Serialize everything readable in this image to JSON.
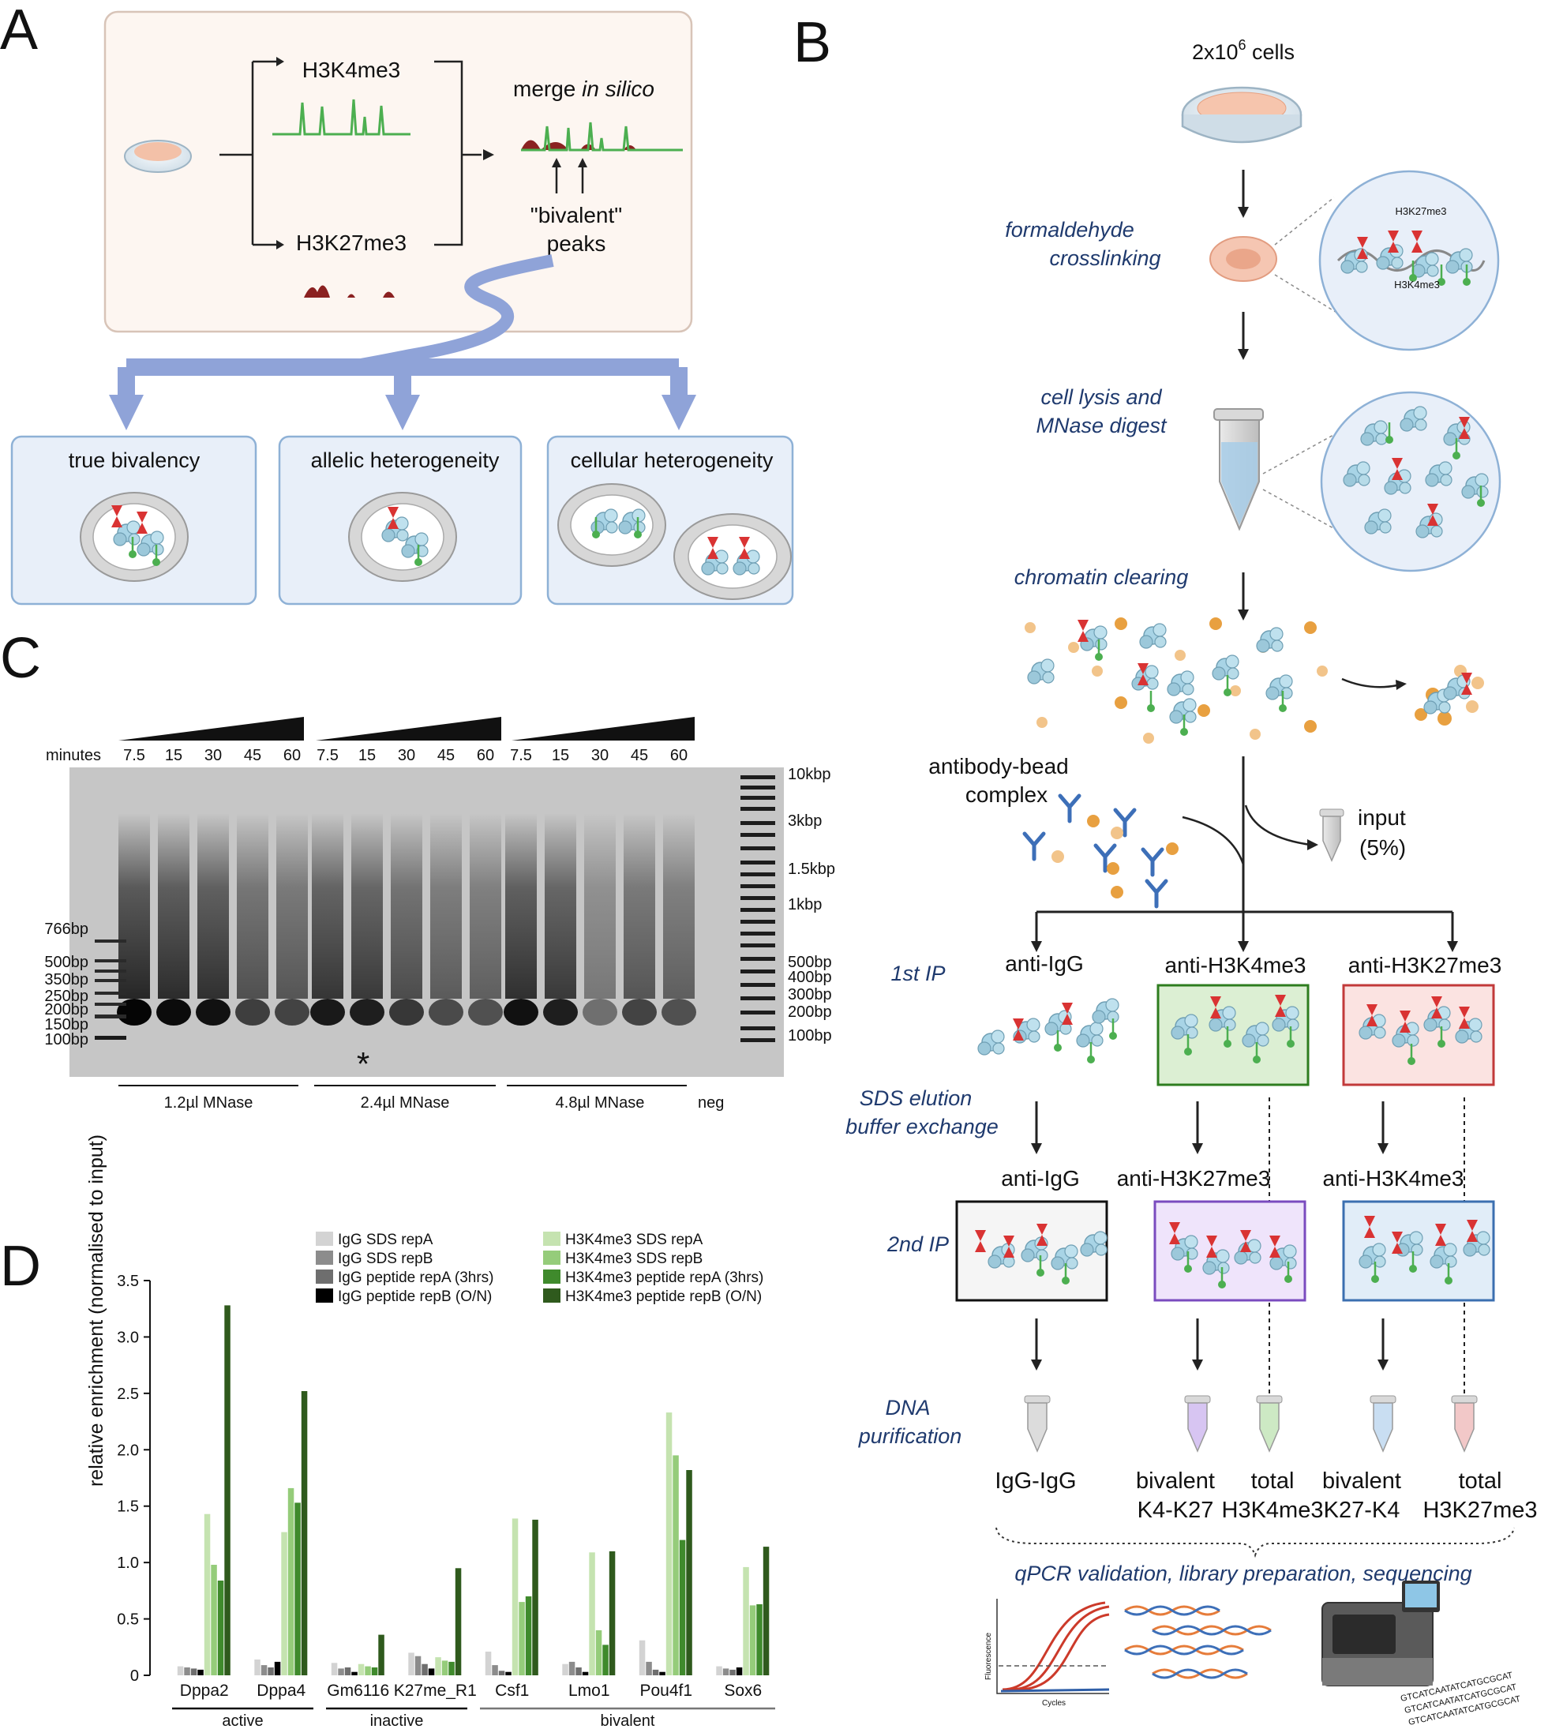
{
  "panels": {
    "a": "A",
    "b": "B",
    "c": "C",
    "d": "D"
  },
  "panel_a": {
    "h3k4me3": "H3K4me3",
    "h3k27me3": "H3K27me3",
    "merge": "merge",
    "in_silico": "in silico",
    "bivalent_line1": "\"bivalent\"",
    "bivalent_line2": "peaks",
    "outcomes": [
      "true bivalency",
      "allelic heterogeneity",
      "cellular heterogeneity"
    ]
  },
  "panel_b": {
    "cells_prefix": "2x10",
    "cells_exp": "6",
    "cells_suffix": " cells",
    "step_crosslink": [
      "formaldehyde",
      "crosslinking"
    ],
    "mark_k27": "H3K27me3",
    "mark_k4": "H3K4me3",
    "step_lysis": [
      "cell lysis and",
      "MNase digest"
    ],
    "step_clearing": "chromatin clearing",
    "antibody": [
      "antibody-bead",
      "complex"
    ],
    "input": [
      "input",
      "(5%)"
    ],
    "step_ip1": "1st IP",
    "ip1_labels": [
      "anti-IgG",
      "anti-H3K4me3",
      "anti-H3K27me3"
    ],
    "step_sds": [
      "SDS elution",
      "buffer exchange"
    ],
    "ip2_labels": [
      "anti-IgG",
      "anti-H3K27me3",
      "anti-H3K4me3"
    ],
    "step_ip2": "2nd IP",
    "step_dna": [
      "DNA",
      "purification"
    ],
    "outputs": [
      {
        "l1": "IgG-IgG",
        "l2": "",
        "color": "#6b6b6b"
      },
      {
        "l1": "bivalent",
        "l2": "K4-K27",
        "color": "#8a55c8"
      },
      {
        "l1": "total",
        "l2": "H3K4me3",
        "color": "#2e7d1f"
      },
      {
        "l1": "bivalent",
        "l2": "K27-K4",
        "color": "#2f5fa8"
      },
      {
        "l1": "total",
        "l2": "H3K27me3",
        "color": "#b02a2a"
      }
    ],
    "step_final": "qPCR validation, library preparation, sequencing",
    "qpcr_y": "Fluorescence",
    "qpcr_x": "Cycles",
    "seq_text": [
      "GTCATCAATATCATGCGCAT",
      "GTCATCAATATCATGCGCAT",
      "GTCATCAATATCATGCGCAT"
    ]
  },
  "panel_c": {
    "minutes_label": "minutes",
    "times": [
      "7.5",
      "15",
      "30",
      "45",
      "60"
    ],
    "left_markers": [
      "766bp",
      "500bp",
      "350bp",
      "250bp",
      "200bp",
      "150bp",
      "100bp"
    ],
    "right_markers": [
      "10kbp",
      "3kbp",
      "1.5kbp",
      "1kbp",
      "500bp",
      "400bp",
      "300bp",
      "200bp",
      "100bp"
    ],
    "groups": [
      "1.2µl MNase",
      "2.4µl MNase",
      "4.8µl MNase"
    ],
    "neg": "neg",
    "star": "*"
  },
  "chart_data": {
    "type": "bar",
    "ylabel": "relative enrichment (normalised to input)",
    "ylim": [
      0,
      3.5
    ],
    "yticks": [
      "0",
      "0.5",
      "1.0",
      "1.5",
      "2.0",
      "2.5",
      "3.0",
      "3.5"
    ],
    "categories": [
      "Dppa2",
      "Dppa4",
      "Gm6116",
      "K27me_R1",
      "Csf1",
      "Lmo1",
      "Pou4f1",
      "Sox6"
    ],
    "category_groups": [
      {
        "label": "active",
        "members": [
          "Dppa2",
          "Dppa4"
        ]
      },
      {
        "label": "inactive",
        "members": [
          "Gm6116",
          "K27me_R1"
        ]
      },
      {
        "label": "bivalent",
        "members": [
          "Csf1",
          "Lmo1",
          "Pou4f1",
          "Sox6"
        ]
      }
    ],
    "series": [
      {
        "name": "IgG SDS repA",
        "color": "#d3d3d3",
        "values": [
          0.08,
          0.14,
          0.11,
          0.2,
          0.21,
          0.1,
          0.31,
          0.08
        ]
      },
      {
        "name": "IgG SDS repB",
        "color": "#8c8c8c",
        "values": [
          0.07,
          0.09,
          0.06,
          0.17,
          0.09,
          0.12,
          0.12,
          0.06
        ]
      },
      {
        "name": "IgG peptide repA (3hrs)",
        "color": "#6e6e6e",
        "values": [
          0.06,
          0.07,
          0.07,
          0.1,
          0.04,
          0.07,
          0.05,
          0.05
        ]
      },
      {
        "name": "IgG peptide repB (O/N)",
        "color": "#000000",
        "values": [
          0.05,
          0.12,
          0.03,
          0.06,
          0.03,
          0.03,
          0.03,
          0.07
        ]
      },
      {
        "name": "H3K4me3 SDS repA",
        "color": "#c5e3b0",
        "values": [
          1.43,
          1.27,
          0.1,
          0.16,
          1.39,
          1.09,
          2.33,
          0.96
        ]
      },
      {
        "name": "H3K4me3 SDS repB",
        "color": "#95cc7a",
        "values": [
          0.98,
          1.66,
          0.08,
          0.13,
          0.65,
          0.4,
          1.95,
          0.62
        ]
      },
      {
        "name": "H3K4me3 peptide repA (3hrs)",
        "color": "#3f8a2c",
        "values": [
          0.84,
          1.53,
          0.07,
          0.12,
          0.7,
          0.27,
          1.2,
          0.63
        ]
      },
      {
        "name": "H3K4me3 peptide repB (O/N)",
        "color": "#2f5a1d",
        "values": [
          3.28,
          2.52,
          0.36,
          0.95,
          1.38,
          1.1,
          1.82,
          1.14
        ]
      }
    ]
  }
}
